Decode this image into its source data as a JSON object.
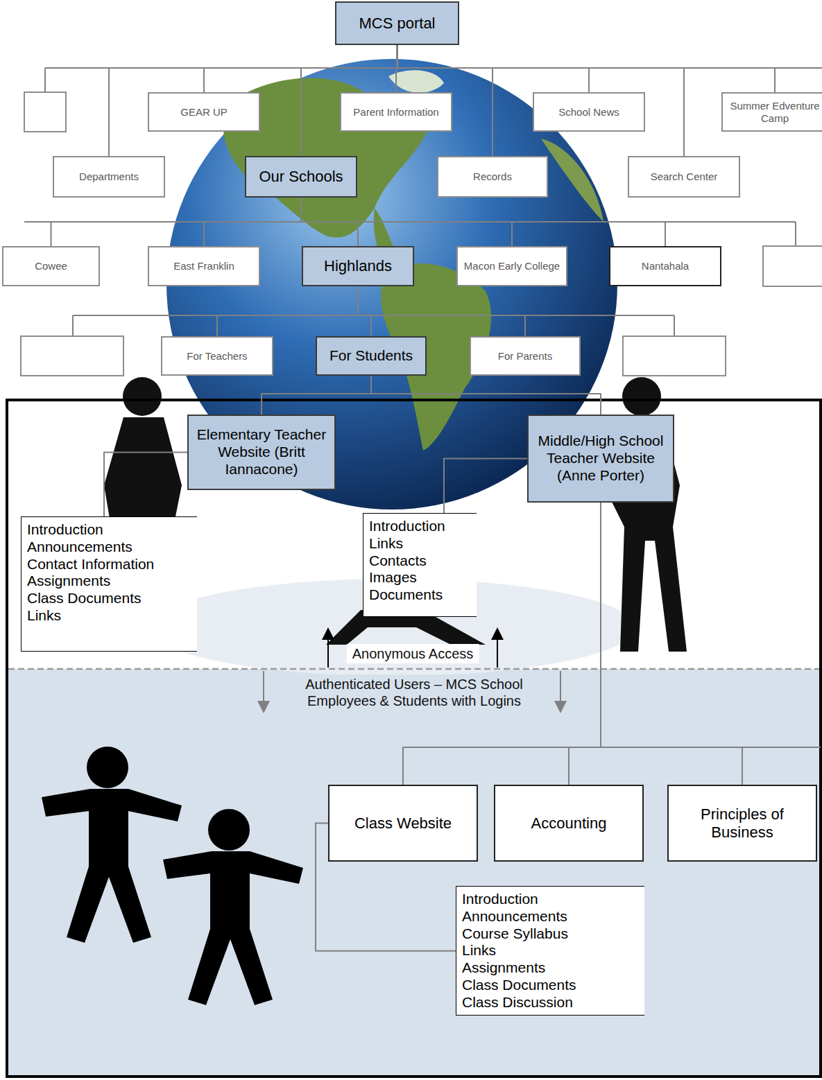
{
  "diagram": {
    "nodes": [
      {
        "text": [
          "MCS portal"
        ]
      },
      {
        "text": [
          "GEAR UP"
        ]
      },
      {
        "text": [
          "Parent Information"
        ]
      },
      {
        "text": [
          "School News"
        ]
      },
      {
        "text": [
          "Summer Edventure Camp"
        ]
      },
      {
        "text": [
          "Departments"
        ]
      },
      {
        "text": [
          "Our Schools"
        ]
      },
      {
        "text": [
          "Records"
        ]
      },
      {
        "text": [
          "Search Center"
        ]
      },
      {
        "text": [
          "Cowee"
        ]
      },
      {
        "text": [
          "East Franklin"
        ]
      },
      {
        "text": [
          "Highlands"
        ]
      },
      {
        "text": [
          "Macon Early College"
        ]
      },
      {
        "text": [
          "Nantahala"
        ]
      },
      {
        "text": [
          "For Teachers"
        ]
      },
      {
        "text": [
          "For Students"
        ]
      },
      {
        "text": [
          "For Parents"
        ]
      },
      {
        "text": [
          "Elementary Teacher Website (Britt Iannacone)"
        ]
      },
      {
        "text": [
          "Middle/High School Teacher Website (Anne Porter)"
        ]
      },
      {
        "text": [
          "Introduction",
          "Announcements",
          "Contact Information",
          "Assignments",
          "Class Documents",
          "Links"
        ]
      },
      {
        "text": [
          "Introduction",
          "Links",
          "Contacts",
          "Images",
          "Documents"
        ]
      },
      {
        "text": [
          "Class Website"
        ]
      },
      {
        "text": [
          "Accounting"
        ]
      },
      {
        "text": [
          "Principles of Business"
        ]
      },
      {
        "text": [
          "Introduction",
          "Announcements",
          "Course Syllabus",
          "Links",
          "Assignments",
          "Class Documents",
          "Class Discussion"
        ]
      }
    ],
    "edges": [
      {
        "from": 0,
        "to": 1,
        "arrow": "none"
      },
      {
        "from": 0,
        "to": 2,
        "arrow": "none"
      },
      {
        "from": 0,
        "to": 3,
        "arrow": "none"
      },
      {
        "from": 0,
        "to": 4,
        "arrow": "none"
      },
      {
        "from": 0,
        "to": 5,
        "arrow": "none"
      },
      {
        "from": 0,
        "to": 6,
        "arrow": "none"
      },
      {
        "from": 0,
        "to": 7,
        "arrow": "none"
      },
      {
        "from": 0,
        "to": 8,
        "arrow": "none"
      },
      {
        "from": 6,
        "to": 9,
        "arrow": "none"
      },
      {
        "from": 6,
        "to": 10,
        "arrow": "none"
      },
      {
        "from": 6,
        "to": 11,
        "arrow": "none"
      },
      {
        "from": 6,
        "to": 12,
        "arrow": "none"
      },
      {
        "from": 6,
        "to": 13,
        "arrow": "none"
      },
      {
        "from": 11,
        "to": 14,
        "arrow": "none"
      },
      {
        "from": 11,
        "to": 15,
        "arrow": "none"
      },
      {
        "from": 11,
        "to": 16,
        "arrow": "none"
      },
      {
        "from": 15,
        "to": 17,
        "arrow": "none"
      },
      {
        "from": 15,
        "to": 18,
        "arrow": "none"
      },
      {
        "from": 17,
        "to": 19,
        "arrow": "none"
      },
      {
        "from": 18,
        "to": 20,
        "arrow": "none"
      },
      {
        "from": 18,
        "to": 21,
        "arrow": "none"
      },
      {
        "from": 18,
        "to": 22,
        "arrow": "none"
      },
      {
        "from": 18,
        "to": 23,
        "arrow": "none"
      },
      {
        "from": 21,
        "to": 24,
        "arrow": "none"
      }
    ],
    "labels": [
      "Anonymous Access",
      "Authenticated Users – MCS School Employees & Students with Logins"
    ]
  }
}
